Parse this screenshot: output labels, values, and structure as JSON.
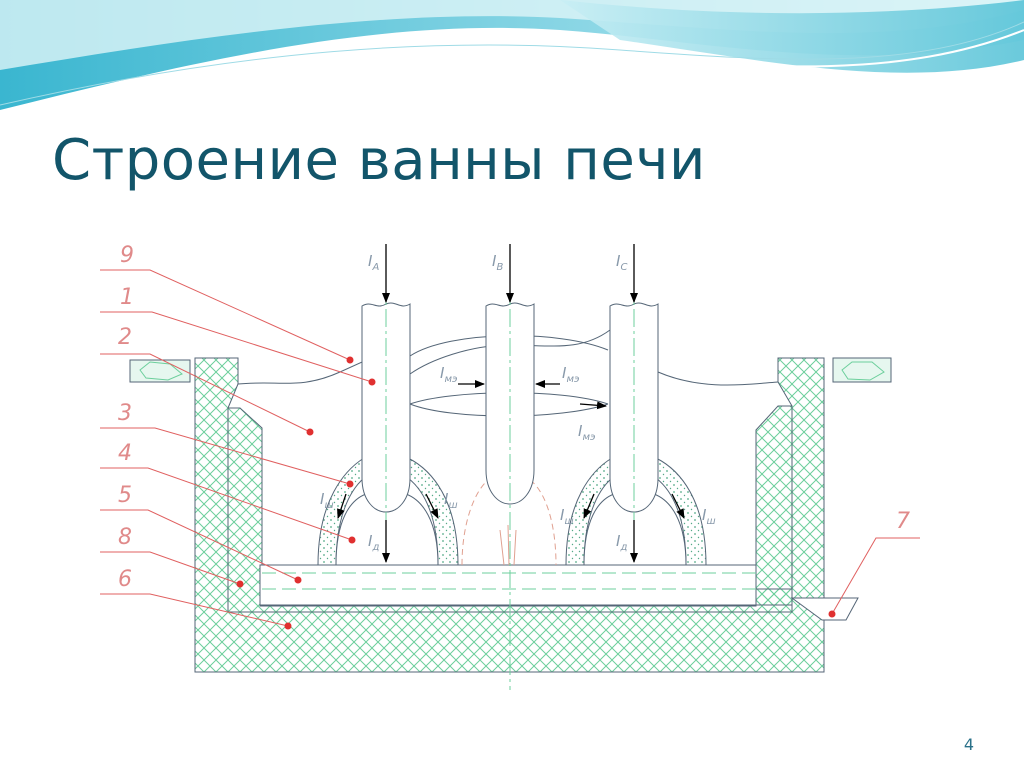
{
  "slide": {
    "title": "Строение ванны печи",
    "page_number": "4"
  },
  "diagram": {
    "callout_numbers": [
      "9",
      "1",
      "2",
      "3",
      "4",
      "5",
      "8",
      "6",
      "7"
    ],
    "current_labels": [
      {
        "main": "I",
        "sub": "A"
      },
      {
        "main": "I",
        "sub": "B"
      },
      {
        "main": "I",
        "sub": "C"
      },
      {
        "main": "I",
        "sub": "мэ"
      },
      {
        "main": "I",
        "sub": "мэ"
      },
      {
        "main": "I",
        "sub": "мэ"
      },
      {
        "main": "I",
        "sub": "ш"
      },
      {
        "main": "I",
        "sub": "ш"
      },
      {
        "main": "I",
        "sub": "д"
      },
      {
        "main": "I",
        "sub": "ш"
      },
      {
        "main": "I",
        "sub": "ш"
      },
      {
        "main": "I",
        "sub": "д"
      }
    ]
  },
  "colors": {
    "title": "#12556a",
    "hatch": "#6ccf9c",
    "leader": "#e06060",
    "marker": "#e03030",
    "outline": "#556677",
    "wave_light": "#b4e6ef",
    "wave_dark": "#4fc2d6"
  }
}
